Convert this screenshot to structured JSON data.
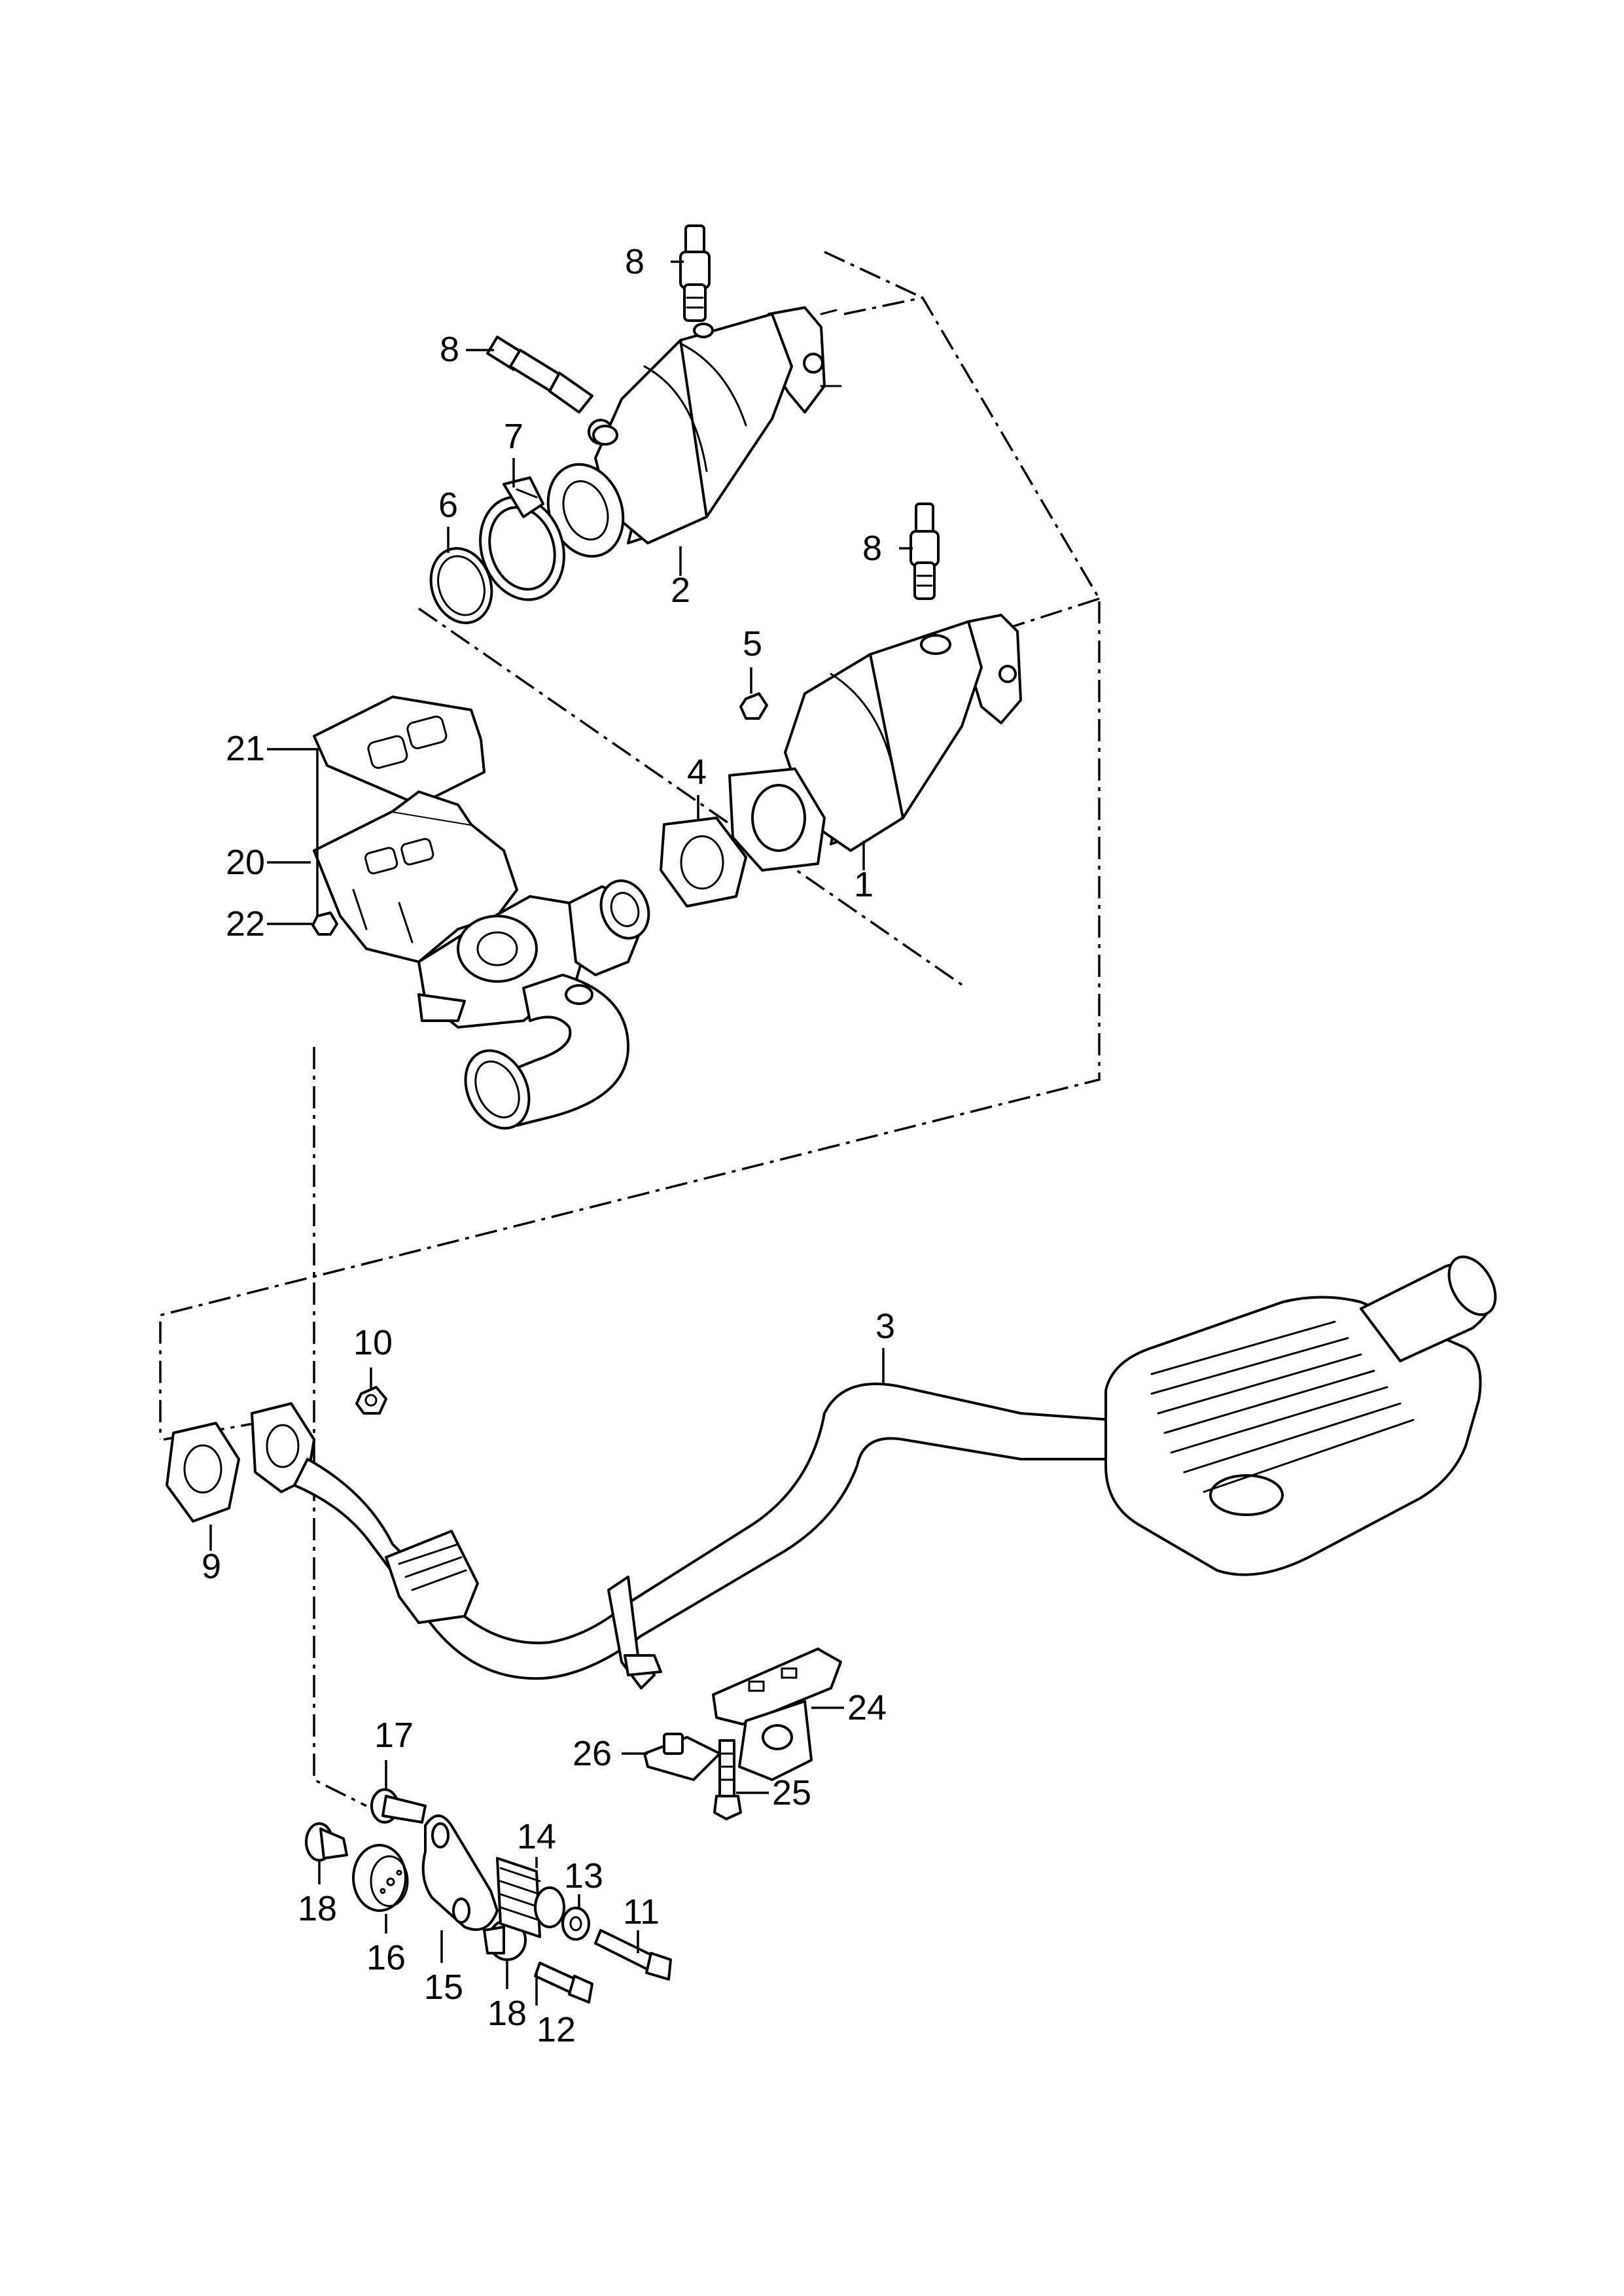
{
  "callouts": {
    "c1": "1",
    "c2": "2",
    "c3": "3",
    "c4": "4",
    "c5": "5",
    "c6": "6",
    "c7": "7",
    "c8a": "8",
    "c8b": "8",
    "c8c": "8",
    "c9": "9",
    "c10": "10",
    "c11": "11",
    "c12": "12",
    "c13": "13",
    "c14": "14",
    "c15": "15",
    "c16": "16",
    "c17": "17",
    "c18a": "18",
    "c18b": "18",
    "c20": "20",
    "c21": "21",
    "c22": "22",
    "c24": "24",
    "c25": "25",
    "c26": "26"
  },
  "colors": {
    "line": "#000000",
    "background": "#ffffff"
  }
}
